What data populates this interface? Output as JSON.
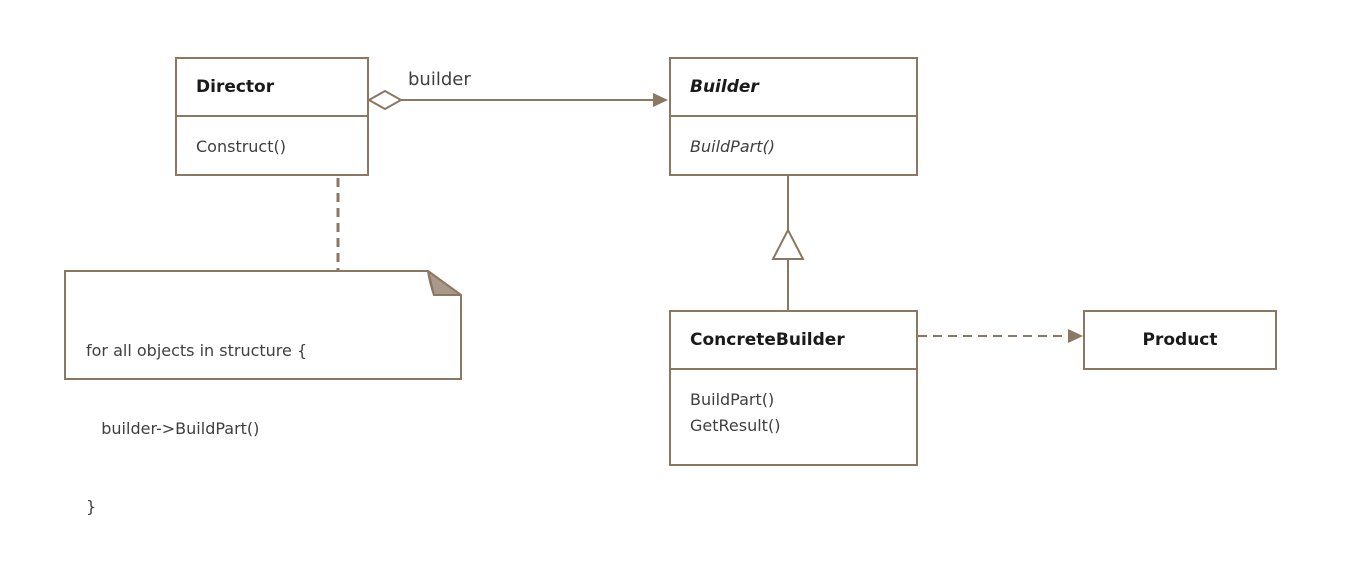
{
  "diagram": {
    "classes": {
      "director": {
        "name": "Director",
        "operations": [
          "Construct()"
        ]
      },
      "builder": {
        "name": "Builder",
        "operations": [
          "BuildPart()"
        ]
      },
      "concrete_builder": {
        "name": "ConcreteBuilder",
        "operations": [
          "BuildPart()",
          "GetResult()"
        ]
      },
      "product": {
        "name": "Product"
      }
    },
    "association_label": "builder",
    "note": {
      "lines": [
        "for all objects in structure {",
        "   builder->BuildPart()",
        "}"
      ]
    },
    "colors": {
      "stroke": "#8b7762",
      "note_corner": "#a8998a",
      "text": "#3f3f3f"
    }
  }
}
